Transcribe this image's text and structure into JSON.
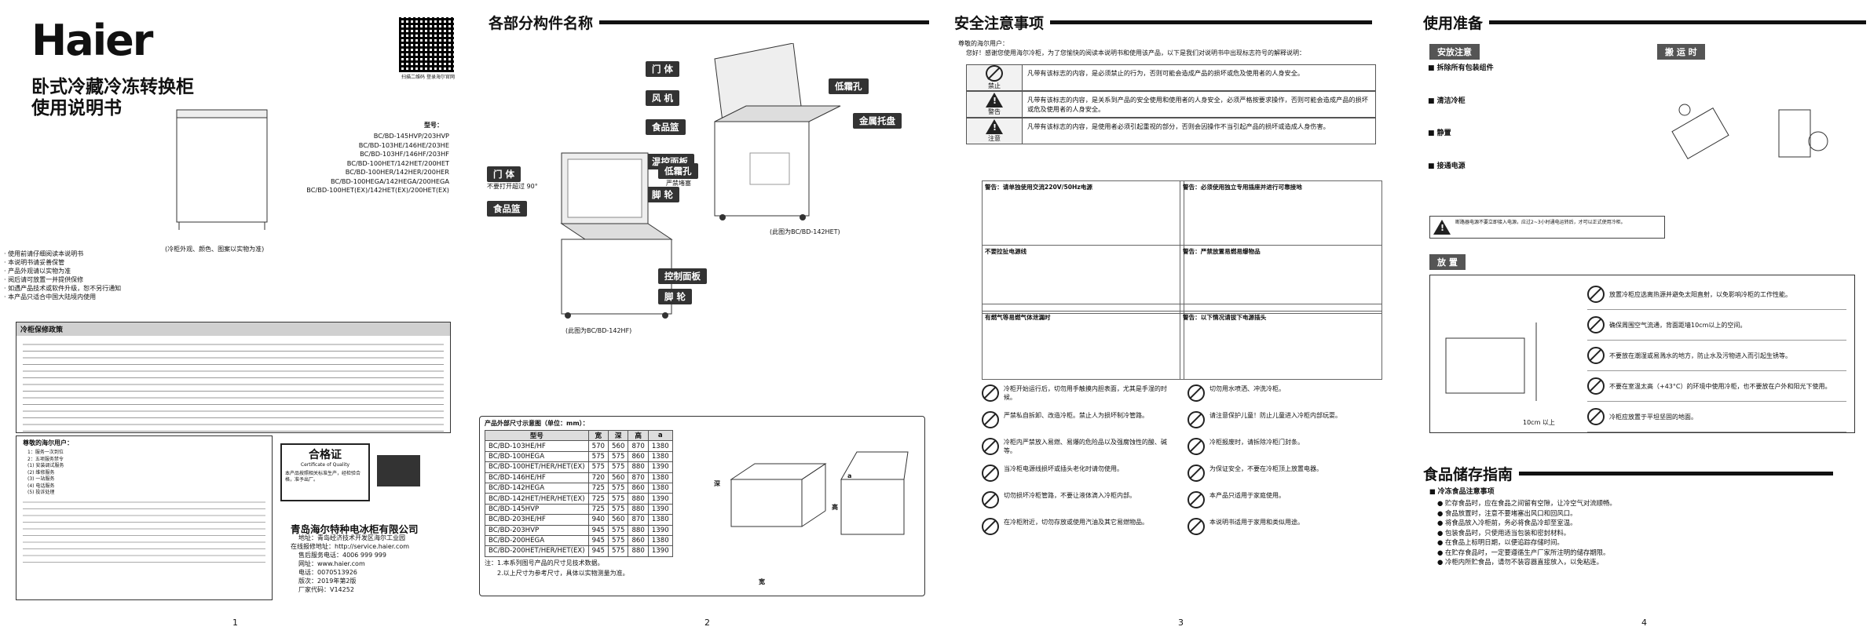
{
  "p1": {
    "brand": "Haier",
    "title_line1": "卧式冷藏冷冻转换柜",
    "title_line2": "使用说明书",
    "model_label": "型号：",
    "models": [
      "BC/BD-145HVP/203HVP",
      "BC/BD-103HE/146HE/203HE",
      "BC/BD-103HF/146HF/203HF",
      "BC/BD-100HET/142HET/200HET",
      "BC/BD-100HER/142HER/200HER",
      "BC/BD-100HEGA/142HEGA/200HEGA",
      "BC/BD-100HET(EX)/142HET(EX)/200HET(EX)"
    ],
    "image_note": "(冷柜外观、颜色、图案以实物为准)",
    "qr_caption": "扫描二维码 登录海尔官网",
    "notes": [
      "· 使用前请仔细阅读本说明书",
      "· 本说明书请妥善保管",
      "· 产品外观请以实物为准",
      "· 阅后请可放置一并提供保修",
      "· 如遇产品技术或软件升级，恕不另行通知",
      "· 本产品只适合中国大陆境内使用"
    ],
    "policy_title": "冷柜保修政策",
    "user_title": "尊敬的海尔用户：",
    "user_items": [
      "1：服务一次到位",
      "2：五项服务禁令",
      "(1) 安装调试服务",
      "(2) 维修服务",
      "(3) 一站服务",
      "(4) 电话服务",
      "(5) 投诉处理"
    ],
    "cert_title": "合格证",
    "cert_sub": "Certificate of Quality",
    "cert_body": "本产品按照相关标准生产，经检验合格，准予出厂。",
    "company": "青岛海尔特种电冰柜有限公司",
    "address": "地址：青岛经济技术开发区海尔工业园",
    "service_url_label": "在线报修地址：http://service.haier.com",
    "hotline": "售后服务电话：4006 999 999",
    "website": "网址：www.haier.com",
    "phone": "电话：0070513926",
    "date": "版次：2019年第2版",
    "code": "厂家代码：V14252",
    "page": "1"
  },
  "p2": {
    "section": "各部分构件名称",
    "labels": {
      "lid": "门 体",
      "fan": "风 机",
      "basket": "食品篮",
      "frost": "低霜孔",
      "tray": "金属托盘",
      "panel": "温控面板",
      "foot": "脚 轮"
    },
    "left_labels": {
      "lid": "门 体",
      "lid_note": "不要打开超过 90°",
      "basket": "食品篮",
      "frost": "低霜孔",
      "frost_note": "严禁堵塞",
      "panel": "控制面板",
      "foot": "脚 轮"
    },
    "caption_left": "(此图为BC/BD-142HF)",
    "caption_right": "(此图为BC/BD-142HET)",
    "table_title": "产品外部尺寸示意图（单位：mm）：",
    "table_headers": [
      "型号",
      "宽",
      "深",
      "高",
      "a"
    ],
    "table_rows": [
      [
        "BC/BD-103HE/HF",
        "570",
        "560",
        "870",
        "1380"
      ],
      [
        "BC/BD-100HEGA",
        "575",
        "575",
        "860",
        "1380"
      ],
      [
        "BC/BD-100HET/HER/HET(EX)",
        "575",
        "575",
        "880",
        "1390"
      ],
      [
        "BC/BD-146HE/HF",
        "720",
        "560",
        "870",
        "1380"
      ],
      [
        "BC/BD-142HEGA",
        "725",
        "575",
        "860",
        "1380"
      ],
      [
        "BC/BD-142HET/HER/HET(EX)",
        "725",
        "575",
        "880",
        "1390"
      ],
      [
        "BC/BD-145HVP",
        "725",
        "575",
        "880",
        "1390"
      ],
      [
        "BC/BD-203HE/HF",
        "940",
        "560",
        "870",
        "1380"
      ],
      [
        "BC/BD-203HVP",
        "945",
        "575",
        "880",
        "1390"
      ],
      [
        "BC/BD-200HEGA",
        "945",
        "575",
        "860",
        "1380"
      ],
      [
        "BC/BD-200HET/HER/HET(EX)",
        "945",
        "575",
        "880",
        "1390"
      ]
    ],
    "table_notes": [
      "注：1.本系列图号产品的尺寸见技术数据。",
      "2.以上尺寸为参考尺寸，具体以实物测量为准。"
    ],
    "dim_labels": {
      "depth": "深",
      "height": "高",
      "width": "宽",
      "a": "a"
    },
    "page": "2"
  },
  "p3": {
    "section": "安全注意事项",
    "greeting": "尊敬的海尔用户：",
    "intro": "您好！感谢您使用海尔冷柜，为了您愉快的阅读本说明书和使用该产品，以下是我们对说明书中出现标志符号的解释说明：",
    "legend": [
      {
        "sym": "禁止",
        "text": "凡带有该标志的内容，是必须禁止的行为，否则可能会造成产品的损坏或危及使用者的人身安全。"
      },
      {
        "sym": "警告",
        "text": "凡带有该标志的内容，是关系到产品的安全使用和使用者的人身安全，必须严格按要求操作，否则可能会造成产品的损坏或危及使用者的人身安全。"
      },
      {
        "sym": "注意",
        "text": "凡带有该标志的内容，是使用者必须引起重视的部分，否则会因操作不当引起产品的损坏或造成人身伤害。"
      }
    ],
    "boxes": [
      "警告：请单独使用交流220V/50Hz电源",
      "警告：必须使用独立专用插座并进行可靠接地",
      "不要拉扯电源线",
      "警告：严禁放置易燃易爆物品",
      "有燃气等易燃气体泄漏时",
      "警告：以下情况请拔下电源插头"
    ],
    "bottom_left": [
      "冷柜开始运行后，切勿用手触摸内胆表面，尤其是手湿的时候。",
      "严禁私自拆卸、改造冷柜。禁止人为损坏制冷管路。",
      "冷柜内严禁放入易燃、易爆的危险品以及强腐蚀性的酸、碱等。",
      "当冷柜电源线损坏或插头老化时请勿使用。",
      "切勿损坏冷柜管路，不要让液体滴入冷柜内部。",
      "在冷柜附近，切勿存放或使用汽油及其它易燃物品。"
    ],
    "bottom_right": [
      "切勿用水喷洒、冲洗冷柜。",
      "请注意保护儿童！防止儿童进入冷柜内部玩耍。",
      "冷柜报废时，请拆除冷柜门封条。",
      "为保证安全，不要在冷柜顶上放置电器。",
      "本产品只适用于家庭使用。",
      "本说明书适用于家用和类似用途。"
    ],
    "page": "3"
  },
  "p4": {
    "section": "使用准备",
    "install_h": "安放注意",
    "move_h": "搬 运 时",
    "place_h": "放 置",
    "install_items": [
      "拆除所有包装组件",
      "清洁冷柜",
      "静置",
      "接通电源"
    ],
    "caution_note": "断路器电源不要立即接入电源，应过2~3小时通电运转后，才可以正式使用冷柜。",
    "place_items": [
      "放置冷柜应选离热源并避免太阳直射，以免影响冷柜的工作性能。",
      "确保周围空气流通，背面距墙10cm以上的空间。",
      "不要放在潮湿或易溅水的地方，防止水及污物进入而引起生锈等。",
      "不要在室温太高（+43°C）的环境中使用冷柜，也不要放在户外和阳光下使用。",
      "冷柜应放置于平坦坚固的地面。"
    ],
    "gap_label": "10cm 以上",
    "food_section": "食品储存指南",
    "food_sub": "冷冻食品注意事项",
    "food_items": [
      "贮存食品时，应在食品之间留有空隙，让冷空气对流顺畅。",
      "食品放置时，注意不要堵塞出风口和回风口。",
      "将食品放入冷柜前，务必将食品冷却至室温。",
      "包装食品时，只使用适当包装和密封材料。",
      "在食品上标明日期，以便追踪存储时间。",
      "在贮存食品时，一定要遵循生产厂家所注明的储存期限。",
      "冷柜内所贮食品，请勿不装容器直接放入，以免粘连。"
    ],
    "page": "4"
  }
}
